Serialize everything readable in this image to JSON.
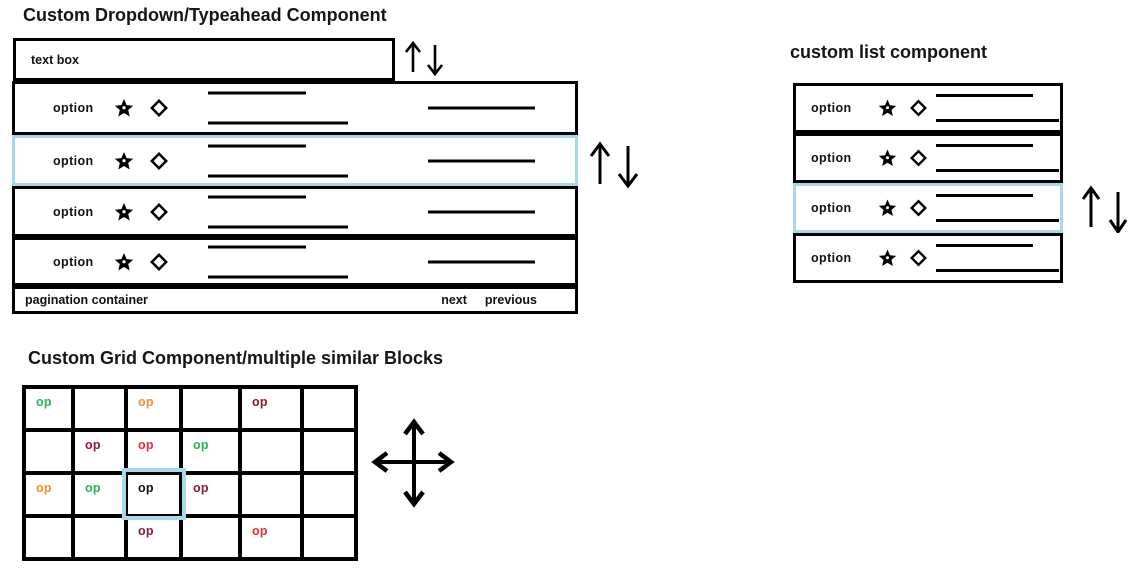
{
  "dropdown": {
    "title": "Custom Dropdown/Typeahead Component",
    "textbox": {
      "label": "text box"
    },
    "options": [
      {
        "label": "option"
      },
      {
        "label": "option"
      },
      {
        "label": "option"
      },
      {
        "label": "option"
      }
    ],
    "selected_index": 1,
    "pagination": {
      "label": "pagination container",
      "next_label": "next",
      "previous_label": "previous"
    }
  },
  "list": {
    "title": "custom list component",
    "options": [
      {
        "label": "option"
      },
      {
        "label": "option"
      },
      {
        "label": "option"
      },
      {
        "label": "option"
      }
    ],
    "selected_index": 2
  },
  "grid": {
    "title": "Custom Grid Component/multiple similar Blocks",
    "selected_cell": {
      "row": 2,
      "col": 2
    },
    "rows": [
      {
        "cells": [
          {
            "label": "op",
            "color": "green"
          },
          {
            "label": "",
            "color": ""
          },
          {
            "label": "op",
            "color": "orange"
          },
          {
            "label": "",
            "color": ""
          },
          {
            "label": "op",
            "color": "maroon"
          },
          {
            "label": "",
            "color": ""
          }
        ]
      },
      {
        "cells": [
          {
            "label": "",
            "color": ""
          },
          {
            "label": "op",
            "color": "maroon"
          },
          {
            "label": "op",
            "color": "red"
          },
          {
            "label": "op",
            "color": "green"
          },
          {
            "label": "",
            "color": ""
          },
          {
            "label": "",
            "color": ""
          }
        ]
      },
      {
        "cells": [
          {
            "label": "op",
            "color": "orange"
          },
          {
            "label": "op",
            "color": "green"
          },
          {
            "label": "op",
            "color": "black"
          },
          {
            "label": "op",
            "color": "maroon"
          },
          {
            "label": "",
            "color": ""
          },
          {
            "label": "",
            "color": ""
          }
        ]
      },
      {
        "cells": [
          {
            "label": "",
            "color": ""
          },
          {
            "label": "",
            "color": ""
          },
          {
            "label": "op",
            "color": "maroon"
          },
          {
            "label": "",
            "color": ""
          },
          {
            "label": "op",
            "color": "red"
          },
          {
            "label": "",
            "color": ""
          }
        ]
      }
    ]
  },
  "colors": {
    "highlight_border": "#a5d9e9",
    "option_green": "#27b357",
    "option_orange": "#f78d2b",
    "option_maroon": "#8e1a33",
    "option_red": "#f2293d",
    "option_black": "#111111"
  },
  "icons": {
    "star": "star-icon",
    "diamond": "diamond-icon",
    "scroll": "up-down-arrows-icon",
    "move": "four-direction-arrows-icon"
  }
}
